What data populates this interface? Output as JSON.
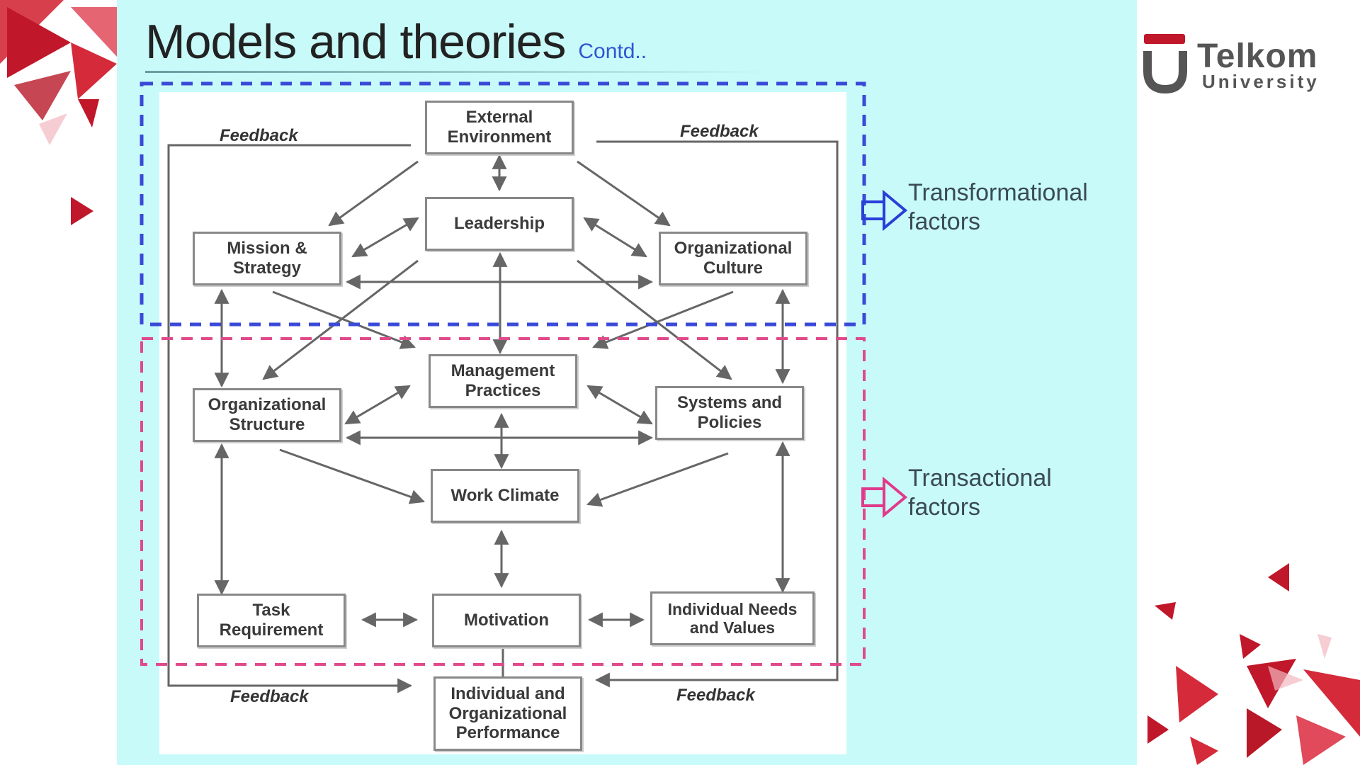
{
  "slide": {
    "title": "Models and theories",
    "title_suffix": "Contd..",
    "colors": {
      "panel": "#c8fafa",
      "brand_red": "#c0172a",
      "transformational": "#2a3fd8",
      "transactional": "#e03a8a"
    }
  },
  "diagram": {
    "nodes": {
      "external_environment": "External Environment",
      "leadership": "Leadership",
      "mission_strategy": "Mission & Strategy",
      "organizational_culture": "Organizational Culture",
      "management_practices": "Management Practices",
      "organizational_structure": "Organizational Structure",
      "systems_policies": "Systems and Policies",
      "work_climate": "Work Climate",
      "task_requirement": "Task Requirement",
      "motivation": "Motivation",
      "individual_needs": "Individual Needs and Values",
      "performance": "Individual and Organizational Performance"
    },
    "feedback_label": "Feedback"
  },
  "factors": {
    "transformational": "Transformational factors",
    "transactional": "Transactional factors"
  },
  "logo": {
    "name": "Telkom",
    "sub": "University"
  }
}
